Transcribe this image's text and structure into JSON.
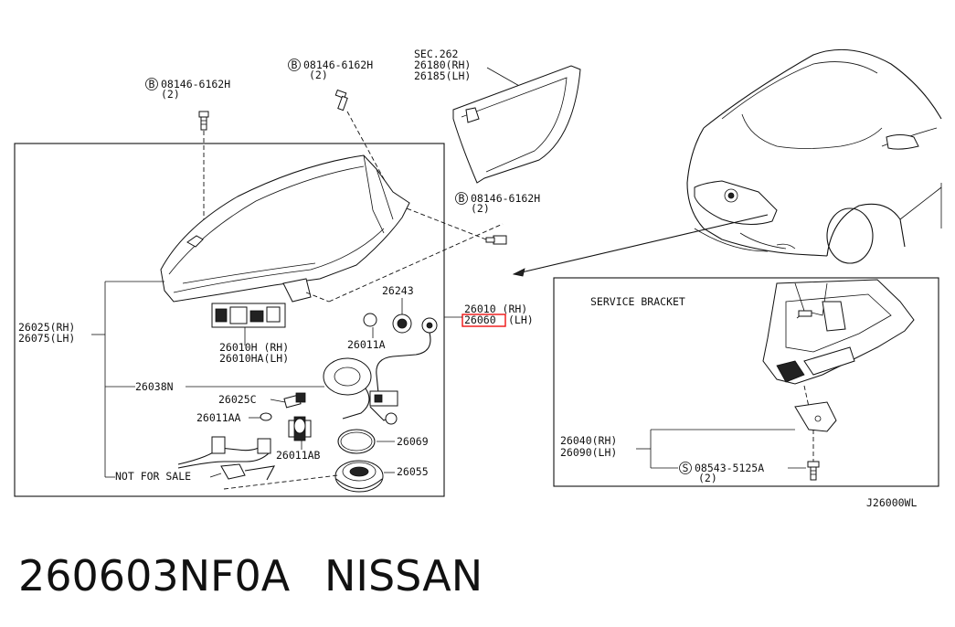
{
  "labels": {
    "bolt_top_left": "08146-6162H",
    "bolt_top_left_qty": "(2)",
    "bolt_top_mid": "08146-6162H",
    "bolt_top_mid_qty": "(2)",
    "bolt_right": "08146-6162H",
    "bolt_right_qty": "(2)",
    "sec_ref": "SEC.262",
    "sec_rh": "26180(RH)",
    "sec_lh": "26185(LH)",
    "assy_rh": "26025(RH)",
    "assy_lh": "26075(LH)",
    "bulb_module_rh": "26010H (RH)",
    "bulb_module_lh": "26010HA(LH)",
    "cap_26243": "26243",
    "socket_26011a": "26011A",
    "unit_rh": "26010 (RH)",
    "unit_lh_highlight": "26060",
    "unit_lh_suffix": "(LH)",
    "harness": "26038N",
    "socket_26025c": "26025C",
    "bulb_26011aa": "26011AA",
    "seal_26069": "26069",
    "bulb_26011ab": "26011AB",
    "cover_26055": "26055",
    "not_for_sale": "NOT FOR SALE",
    "service_bracket": "SERVICE BRACKET",
    "bracket_rh": "26040(RH)",
    "bracket_lh": "26090(LH)",
    "screw": "08543-5125A",
    "screw_qty": "(2)",
    "diagram_code": "J26000WL",
    "bolt_symbol": "B",
    "screw_symbol": "S"
  },
  "caption": {
    "part_number": "260603NF0A",
    "brand": "NISSAN"
  },
  "colors": {
    "line": "#111111",
    "highlight": "#e11111",
    "background": "#ffffff"
  }
}
